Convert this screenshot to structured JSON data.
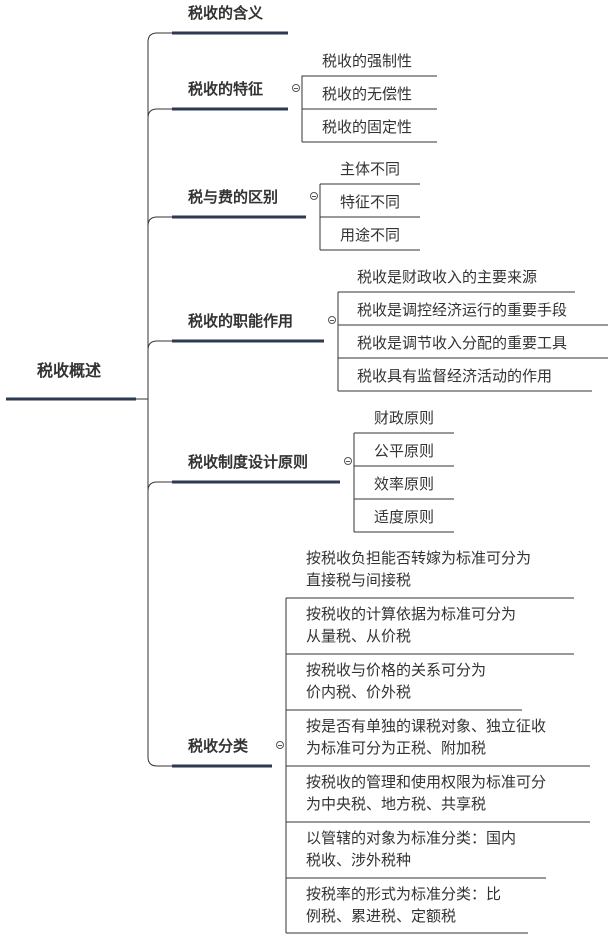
{
  "root": {
    "label": "税收概述"
  },
  "branches": [
    {
      "label": "税收的含义",
      "leaves": []
    },
    {
      "label": "税收的特征",
      "leaves": [
        "税收的强制性",
        "税收的无偿性",
        "税收的固定性"
      ]
    },
    {
      "label": "税与费的区别",
      "leaves": [
        "主体不同",
        "特征不同",
        "用途不同"
      ]
    },
    {
      "label": "税收的职能作用",
      "leaves": [
        "税收是财政收入的主要来源",
        "税收是调控经济运行的重要手段",
        "税收是调节收入分配的重要工具",
        "税收具有监督经济活动的作用"
      ]
    },
    {
      "label": "税收制度设计原则",
      "leaves": [
        "财政原则",
        "公平原则",
        "效率原则",
        "适度原则"
      ]
    },
    {
      "label": "税收分类",
      "leaves": [
        [
          "按税收负担能否转嫁为标准可分为",
          "直接税与间接税"
        ],
        [
          "按税收的计算依据为标准可分为",
          "从量税、从价税"
        ],
        [
          "按税收与价格的关系可分为",
          "价内税、价外税"
        ],
        [
          "按是否有单独的课税对象、独立征收",
          "为标准可分为正税、附加税"
        ],
        [
          "按税收的管理和使用权限为标准可分",
          "为中央税、地方税、共享税"
        ],
        [
          "以管辖的对象为标准分类：国内",
          "税收、涉外税种"
        ],
        [
          "按税率的形式为标准分类：比",
          "例税、累进税、定额税"
        ]
      ]
    }
  ]
}
